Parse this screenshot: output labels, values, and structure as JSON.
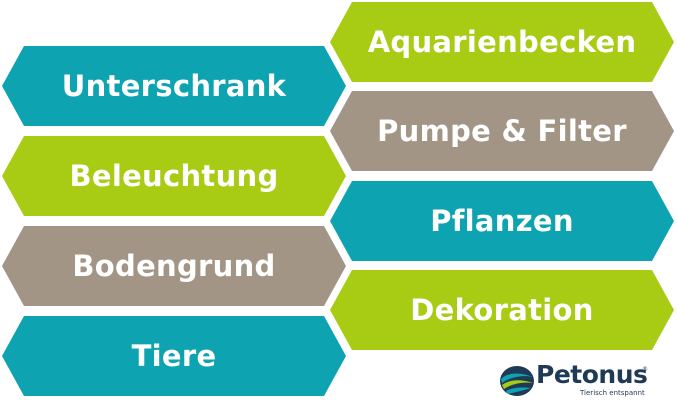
{
  "buttons": {
    "aquarienbecken": "Aquarienbecken",
    "unterschrank": "Unterschrank",
    "pumpe_filter": "Pumpe & Filter",
    "beleuchtung": "Beleuchtung",
    "pflanzen": "Pflanzen",
    "bodengrund": "Bodengrund",
    "dekoration": "Dekoration",
    "tiere": "Tiere"
  },
  "logo": {
    "name": "Petonus",
    "registered": "®",
    "tagline": "Tierisch entspannt"
  },
  "colors": {
    "teal": "#0ea3b0",
    "green": "#a8cc14",
    "taupe": "#a29586",
    "logo_navy": "#1e3a56"
  }
}
